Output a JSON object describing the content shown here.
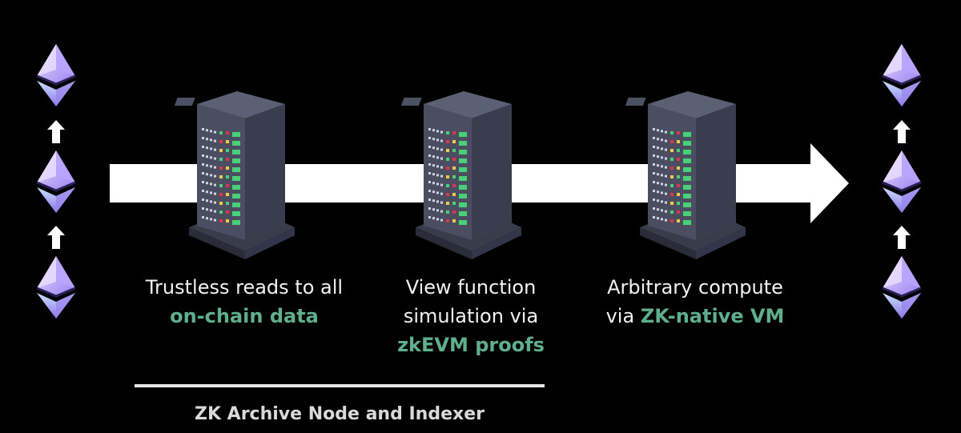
{
  "colors": {
    "background": "#000000",
    "flow_arrow": "#ffffff",
    "highlight_text": "#5fae8c",
    "body_text": "#f2f2f2",
    "server_body": "#4a4e60",
    "server_top": "#5b6075",
    "led_green": "#49d17a",
    "led_red": "#e0344a",
    "led_yellow": "#f1c84b",
    "eth_light": "#cdb6ff",
    "eth_dark": "#7a5cc8"
  },
  "icons": {
    "left_chain": [
      "ethereum-icon",
      "ethereum-icon",
      "ethereum-icon"
    ],
    "right_chain": [
      "ethereum-icon",
      "ethereum-icon",
      "ethereum-icon"
    ],
    "servers": [
      "server-rack-icon",
      "server-rack-icon",
      "server-rack-icon"
    ],
    "arrows": [
      "up-arrow-icon",
      "flow-arrow-icon"
    ]
  },
  "stages": [
    {
      "line1": "Trustless reads to all",
      "highlight": "on-chain data"
    },
    {
      "line1": "View function",
      "line2": "simulation via",
      "highlight": "zkEVM proofs"
    },
    {
      "line1": "Arbitrary compute",
      "line2_prefix": "via ",
      "highlight": "ZK-native VM"
    }
  ],
  "group_label": "ZK Archive Node and Indexer"
}
